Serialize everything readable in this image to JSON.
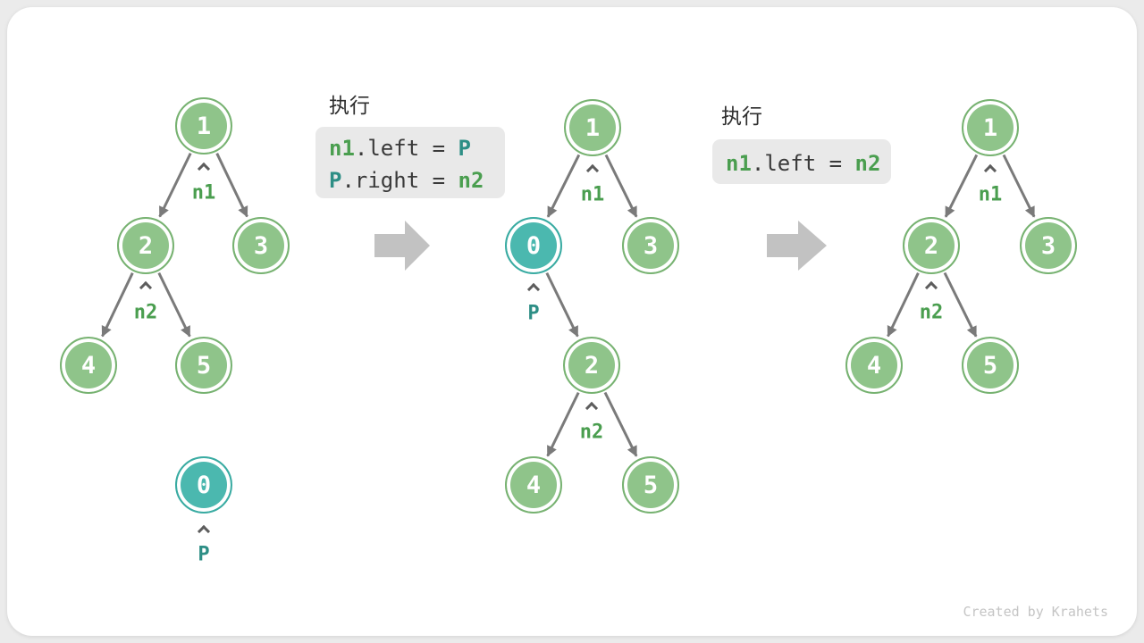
{
  "page": {
    "watermark": "Created by Krahets"
  },
  "colors": {
    "node_green_fill": "#8fc48a",
    "node_green_border": "#77b271",
    "node_teal_fill": "#4bb8af",
    "node_teal_border": "#39aba2",
    "pointer_green": "#4a9e4f",
    "pointer_teal": "#2d8e85",
    "edge_gray": "#7a7a7a",
    "big_arrow_gray": "#c2c2c2",
    "code_background": "#e9e9e9"
  },
  "code": {
    "block1": {
      "title": "执行",
      "line1": {
        "a": "n1",
        "b": ".left = ",
        "c": "P"
      },
      "line2": {
        "a": "P",
        "b": ".right = ",
        "c": "n2"
      }
    },
    "block2": {
      "title": "执行",
      "line1": {
        "a": "n1",
        "b": ".left = ",
        "c": "n2"
      }
    }
  },
  "trees": [
    {
      "id": "before-insertion",
      "nodes": [
        {
          "value": "1"
        },
        {
          "value": "2"
        },
        {
          "value": "3"
        },
        {
          "value": "4"
        },
        {
          "value": "5"
        },
        {
          "value": "0"
        }
      ],
      "pointers": [
        {
          "label": "n1"
        },
        {
          "label": "n2"
        },
        {
          "label": "P"
        }
      ]
    },
    {
      "id": "after-insert-p",
      "nodes": [
        {
          "value": "1"
        },
        {
          "value": "0"
        },
        {
          "value": "3"
        },
        {
          "value": "2"
        },
        {
          "value": "4"
        },
        {
          "value": "5"
        }
      ],
      "pointers": [
        {
          "label": "n1"
        },
        {
          "label": "P"
        },
        {
          "label": "n2"
        }
      ]
    },
    {
      "id": "after-remove-p",
      "nodes": [
        {
          "value": "1"
        },
        {
          "value": "2"
        },
        {
          "value": "3"
        },
        {
          "value": "4"
        },
        {
          "value": "5"
        }
      ],
      "pointers": [
        {
          "label": "n1"
        },
        {
          "label": "n2"
        }
      ]
    }
  ]
}
